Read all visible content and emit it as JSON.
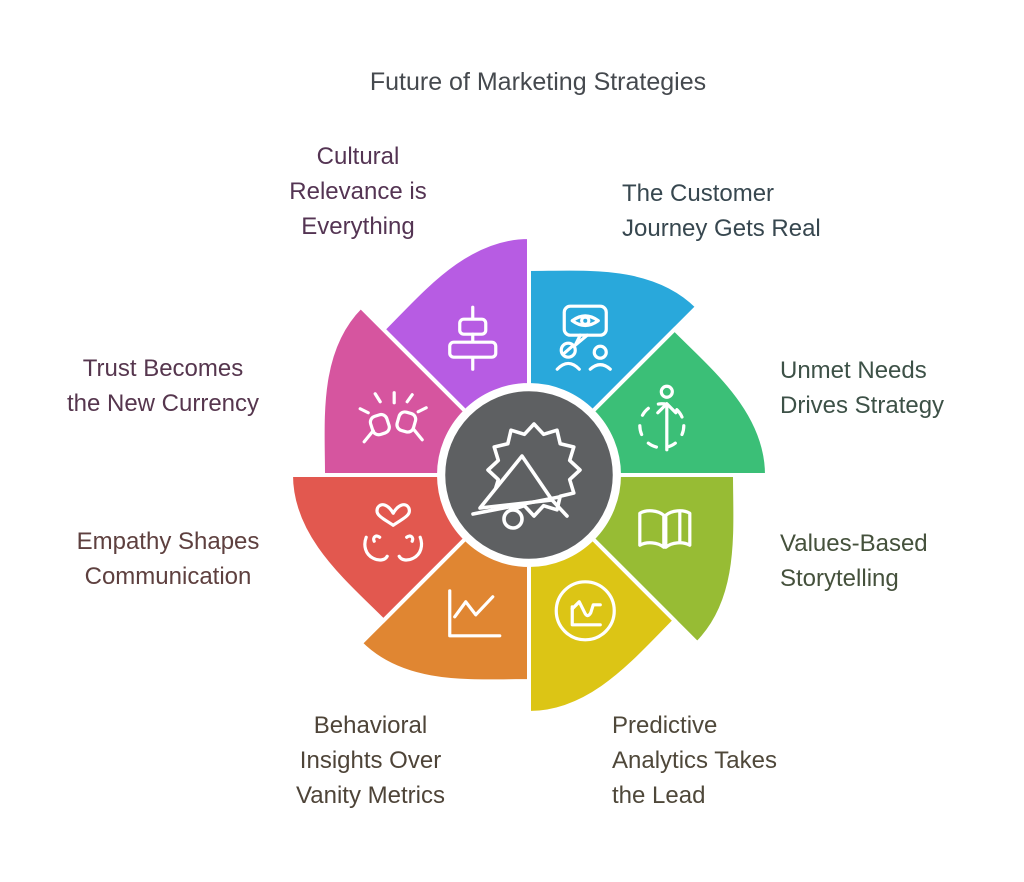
{
  "title": "Future of Marketing Strategies",
  "colors": {
    "background": "#ffffff",
    "title_color": "#45494e",
    "center_circle": "#5e6062",
    "divider": "#ffffff"
  },
  "center": {
    "icon": "megaphone-icon"
  },
  "wheel": {
    "segments": [
      {
        "id": "cultural-relevance",
        "label": "Cultural\nRelevance is\nEverything",
        "color": "#b75ce3",
        "label_color": "#543453",
        "icon": "align-center-icon"
      },
      {
        "id": "customer-journey",
        "label": "The Customer\nJourney Gets Real",
        "color": "#29a8db",
        "label_color": "#37474f",
        "icon": "customer-vision-icon"
      },
      {
        "id": "unmet-needs",
        "label": "Unmet Needs\nDrives Strategy",
        "color": "#3bbf77",
        "label_color": "#3d5147",
        "icon": "person-arrow-icon"
      },
      {
        "id": "values-storytelling",
        "label": "Values-Based\nStorytelling",
        "color": "#97bc34",
        "label_color": "#45513c",
        "icon": "open-book-icon"
      },
      {
        "id": "predictive-analytics",
        "label": "Predictive\nAnalytics Takes\nthe Lead",
        "color": "#dcc515",
        "label_color": "#4f483a",
        "icon": "trend-circle-icon"
      },
      {
        "id": "behavioral-insights",
        "label": "Behavioral\nInsights Over\nVanity Metrics",
        "color": "#e08632",
        "label_color": "#4e4438",
        "icon": "line-chart-icon"
      },
      {
        "id": "empathy",
        "label": "Empathy Shapes\nCommunication",
        "color": "#e2584f",
        "label_color": "#5e403f",
        "icon": "heart-hands-icon"
      },
      {
        "id": "trust",
        "label": "Trust Becomes\nthe New Currency",
        "color": "#d6559f",
        "label_color": "#56364e",
        "icon": "fist-bump-icon"
      }
    ]
  }
}
